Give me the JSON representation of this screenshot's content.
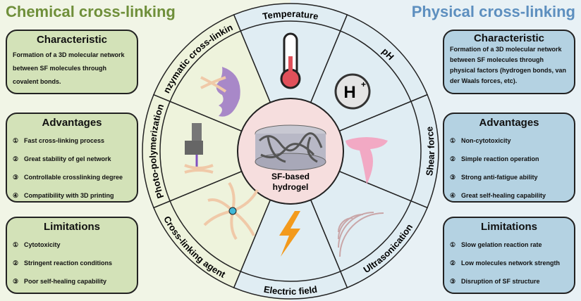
{
  "left": {
    "title": "Chemical cross-linking",
    "characteristic": {
      "heading": "Characteristic",
      "text": "Formation of a 3D molecular network between SF molecules through covalent bonds."
    },
    "advantages": {
      "heading": "Advantages",
      "items": [
        {
          "n": "①",
          "t": "Fast cross-linking process"
        },
        {
          "n": "②",
          "t": "Great stability of gel network"
        },
        {
          "n": "③",
          "t": "Controllable crosslinking degree"
        },
        {
          "n": "④",
          "t": "Compatibility with 3D printing"
        }
      ]
    },
    "limitations": {
      "heading": "Limitations",
      "items": [
        {
          "n": "①",
          "t": "Cytotoxicity"
        },
        {
          "n": "②",
          "t": "Stringent reaction conditions"
        },
        {
          "n": "③",
          "t": "Poor self-healing capability"
        }
      ]
    }
  },
  "right": {
    "title": "Physical cross-linking",
    "characteristic": {
      "heading": "Characteristic",
      "text": "Formation of a 3D molecular network between SF molecules through physical factors (hydrogen bonds, van der Waals forces, etc)."
    },
    "advantages": {
      "heading": "Advantages",
      "items": [
        {
          "n": "①",
          "t": "Non-cytotoxicity"
        },
        {
          "n": "②",
          "t": "Simple reaction operation"
        },
        {
          "n": "③",
          "t": "Strong anti-fatigue ability"
        },
        {
          "n": "④",
          "t": "Great self-healing capability"
        }
      ]
    },
    "limitations": {
      "heading": "Limitations",
      "items": [
        {
          "n": "①",
          "t": "Slow gelation reaction rate"
        },
        {
          "n": "②",
          "t": "Low molecules network strength"
        },
        {
          "n": "③",
          "t": "Disruption of SF structure"
        }
      ]
    }
  },
  "wheel": {
    "center_line1": "SF-based",
    "center_line2": "hydrogel",
    "ph_symbol": "H",
    "ph_sup": "+",
    "sectors": [
      "Temperature",
      "pH",
      "Shear force",
      "Ultrasonication",
      "Electric field",
      "Cross-linking agent",
      "Photo-polymerization",
      "Enzymatic cross-linking"
    ]
  }
}
